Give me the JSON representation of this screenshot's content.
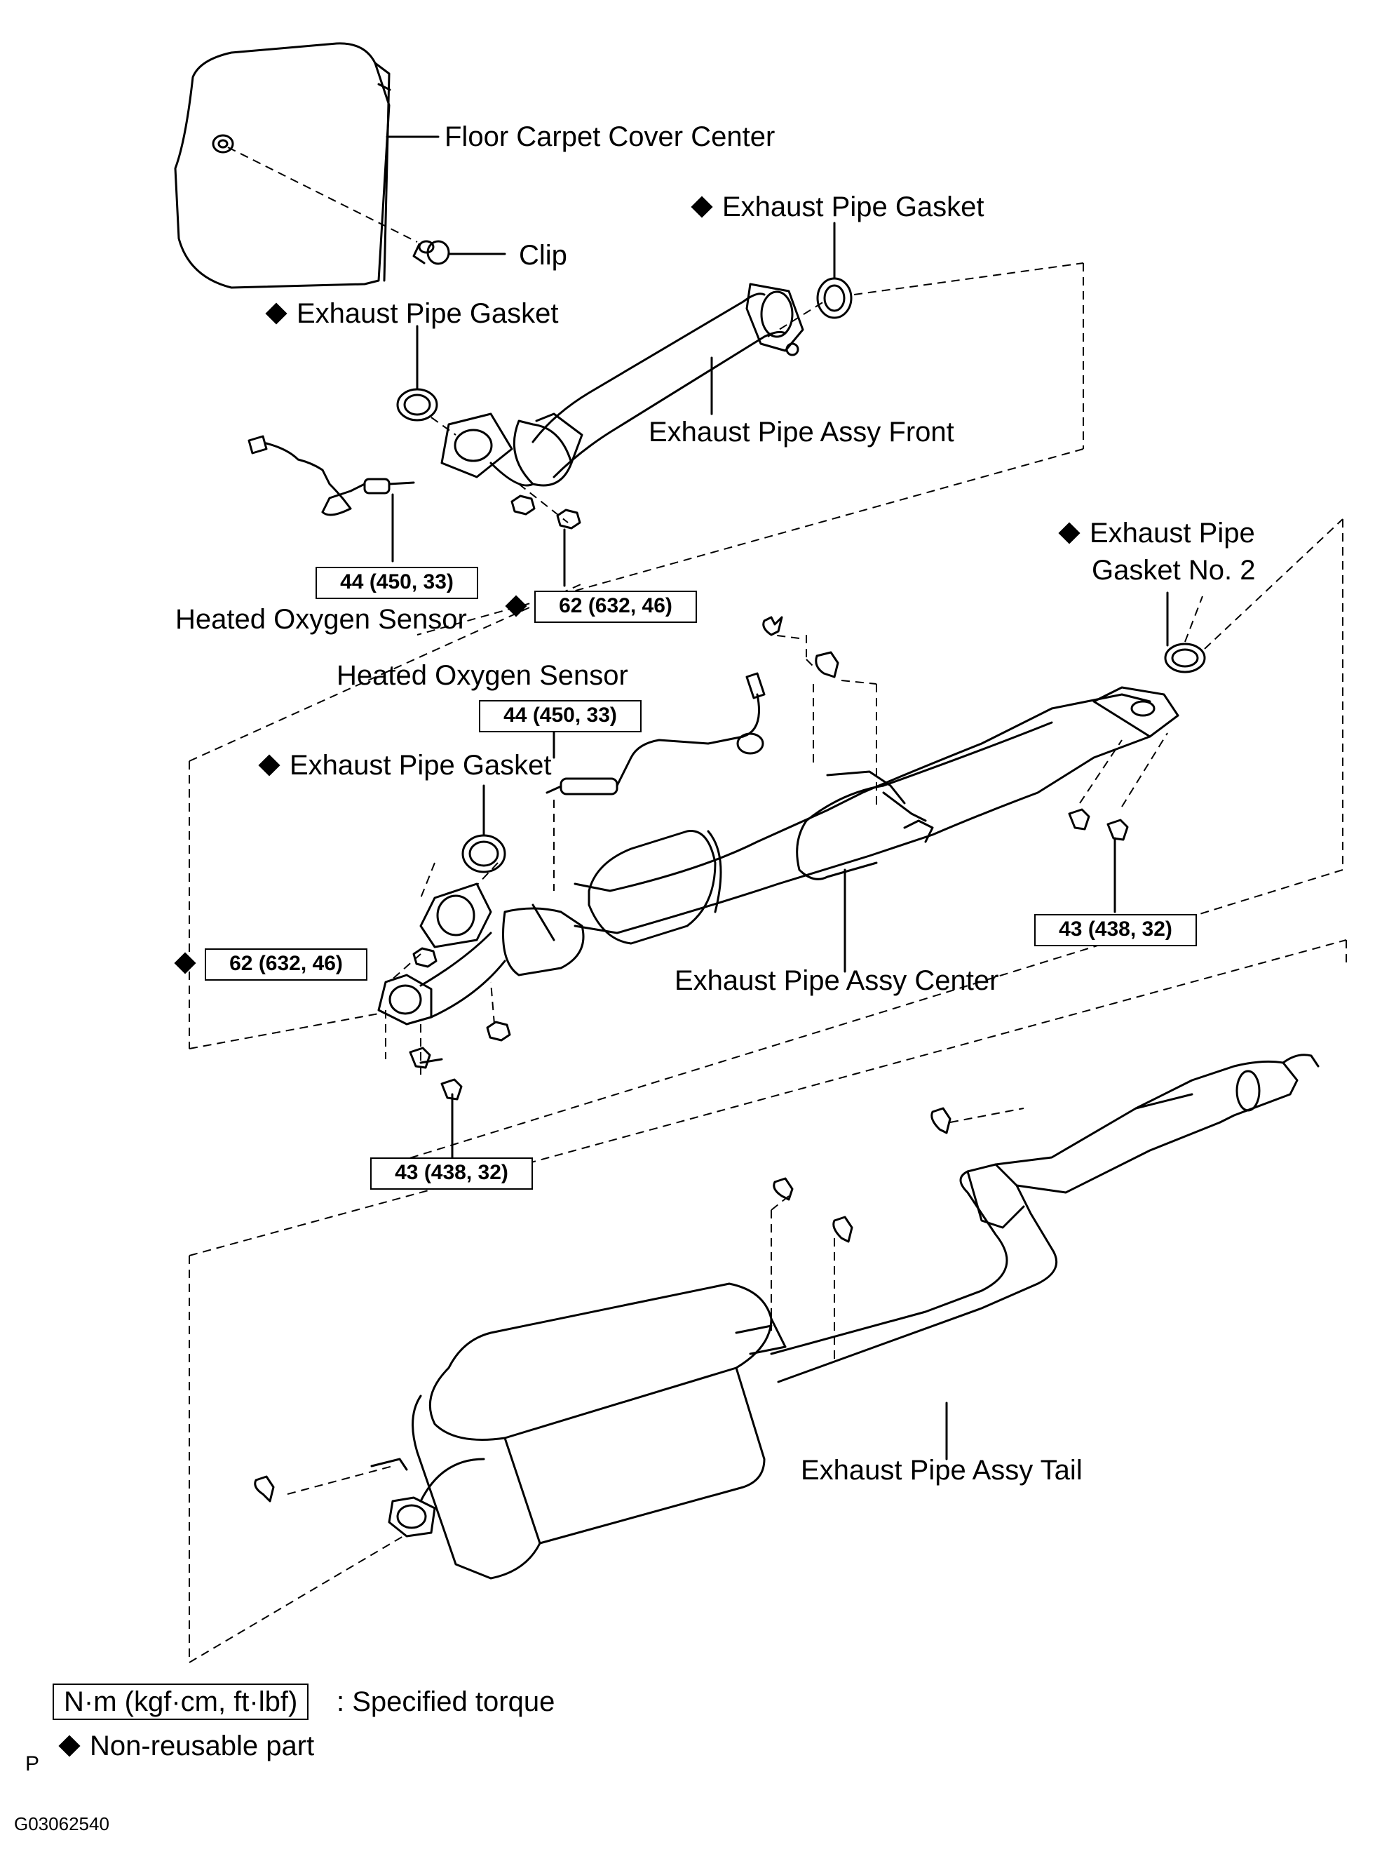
{
  "labels": {
    "floor_carpet_cover_center": "Floor Carpet Cover Center",
    "clip": "Clip",
    "exhaust_pipe_gasket_top": "Exhaust Pipe Gasket",
    "exhaust_pipe_gasket_front": "Exhaust Pipe Gasket",
    "exhaust_pipe_assy_front": "Exhaust Pipe Assy Front",
    "heated_oxygen_sensor_1": "Heated Oxygen Sensor",
    "exhaust_pipe_gasket_no2_line1": "Exhaust Pipe",
    "exhaust_pipe_gasket_no2_line2": "Gasket No. 2",
    "heated_oxygen_sensor_2": "Heated Oxygen Sensor",
    "exhaust_pipe_gasket_center": "Exhaust Pipe Gasket",
    "exhaust_pipe_assy_center": "Exhaust Pipe Assy Center",
    "exhaust_pipe_assy_tail": "Exhaust Pipe Assy Tail"
  },
  "torques": {
    "sensor_front": "44 (450, 33)",
    "nut_front": "62 (632, 46)",
    "sensor_center": "44 (450, 33)",
    "nut_center": "62 (632, 46)",
    "bolt_right": "43 (438, 32)",
    "bolt_lower": "43 (438, 32)"
  },
  "legend": {
    "unit": "N·m (kgf·cm, ft·lbf)",
    "unit_desc": ": Specified torque",
    "nonreusable": "Non-reusable part"
  },
  "footer": {
    "letter": "P",
    "code": "G03062540"
  }
}
